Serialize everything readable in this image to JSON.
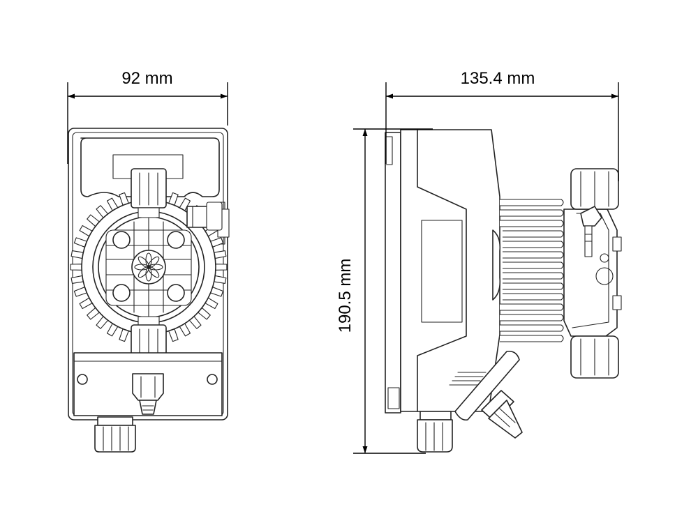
{
  "dimensions": {
    "front_width": "92 mm",
    "side_depth": "135.4 mm",
    "height": "190.5 mm"
  },
  "colors": {
    "line": "#222222",
    "background": "#ffffff"
  }
}
